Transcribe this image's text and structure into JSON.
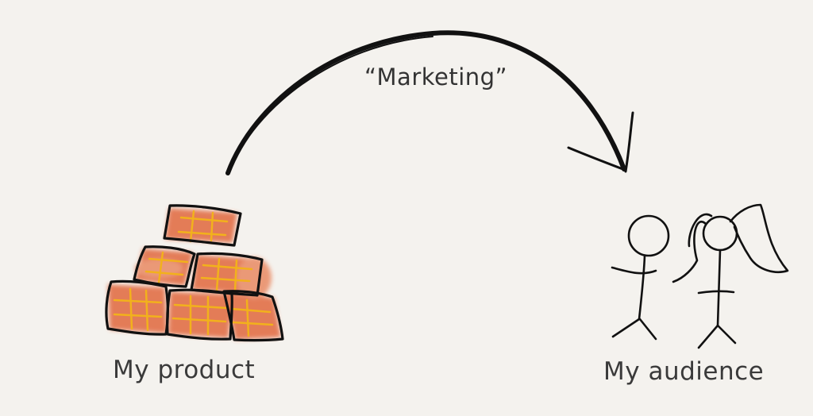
{
  "labels": {
    "arrow": "“Marketing”",
    "left": "My product",
    "right": "My audience"
  },
  "colors": {
    "background": "#f4f2ee",
    "ink": "#111111",
    "brick_fill": "#e1683c",
    "brick_grid": "#f2b11c",
    "text": "#3a3a3a"
  },
  "icons": {
    "pile": "brick-pile-icon",
    "people": "stick-figures-icon",
    "arrow": "curved-arrow-icon"
  }
}
